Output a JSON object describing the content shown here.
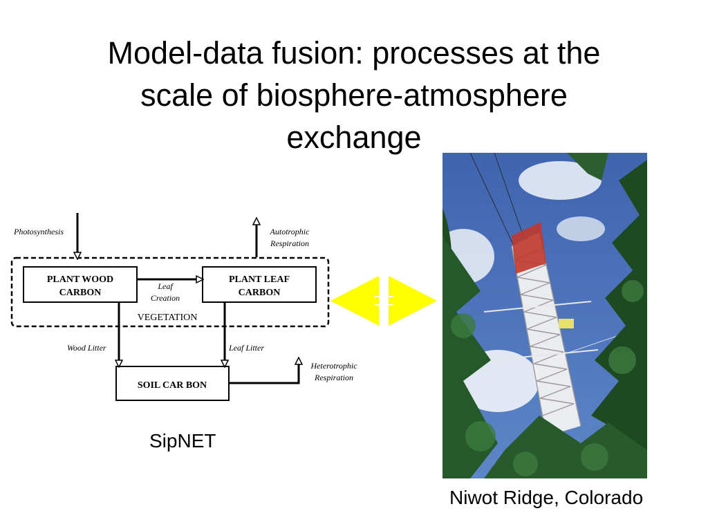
{
  "slide": {
    "title": "Model-data fusion: processes at the\nscale of biosphere-atmosphere\nexchange",
    "model_label": "SipNET",
    "photo_caption": "Niwot Ridge, Colorado"
  },
  "diagram": {
    "boxes": {
      "plant_wood_line1": "PLANT  WOOD",
      "plant_wood_line2": "CARBON",
      "plant_leaf_line1": "PLANT  LEAF",
      "plant_leaf_line2": "CARBON",
      "soil": "SOIL CAR BON",
      "vegetation": "VEGETATION"
    },
    "fluxes": {
      "photosynthesis": "Photosynthesis",
      "autotrophic_1": "Autotrophic",
      "autotrophic_2": "Respiration",
      "leaf_creation_1": "Leaf",
      "leaf_creation_2": "Creation",
      "wood_litter": "Wood Litter",
      "leaf_litter": "Leaf Litter",
      "heterotrophic_1": "Heterotrophic",
      "heterotrophic_2": "Respiration"
    }
  },
  "colors": {
    "double_arrow": "#ffff00",
    "sky": "#4a6fb5",
    "tower": "#f2f2f2",
    "tower_top": "#c0392b",
    "foliage": "#1f4d1f"
  }
}
